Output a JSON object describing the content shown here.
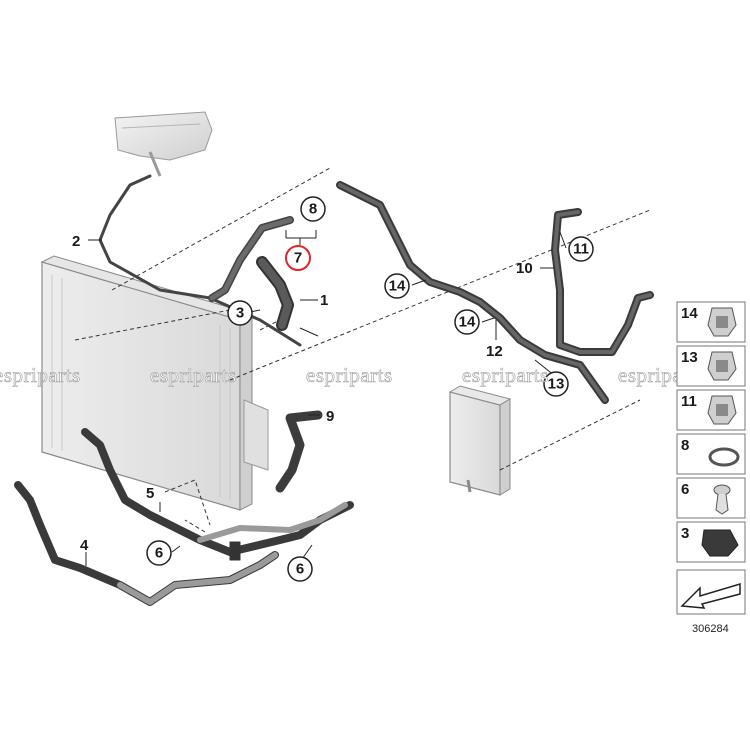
{
  "diagram": {
    "callouts": {
      "c1": "1",
      "c2": "2",
      "c3": "3",
      "c4": "4",
      "c5": "5",
      "c6a": "6",
      "c6b": "6",
      "c7": "7",
      "c8": "8",
      "c9": "9",
      "c10": "10",
      "c11": "11",
      "c12": "12",
      "c13": "13",
      "c14a": "14",
      "c14b": "14"
    },
    "legend": [
      {
        "label": "14"
      },
      {
        "label": "13"
      },
      {
        "label": "11"
      },
      {
        "label": "8"
      },
      {
        "label": "6"
      },
      {
        "label": "3"
      }
    ],
    "diagram_number": "306284",
    "watermark": "espriparts",
    "highlight_color": "#e0242c",
    "hose_color": "#4a4a4a",
    "part_outline_color": "#8a8a8a"
  }
}
